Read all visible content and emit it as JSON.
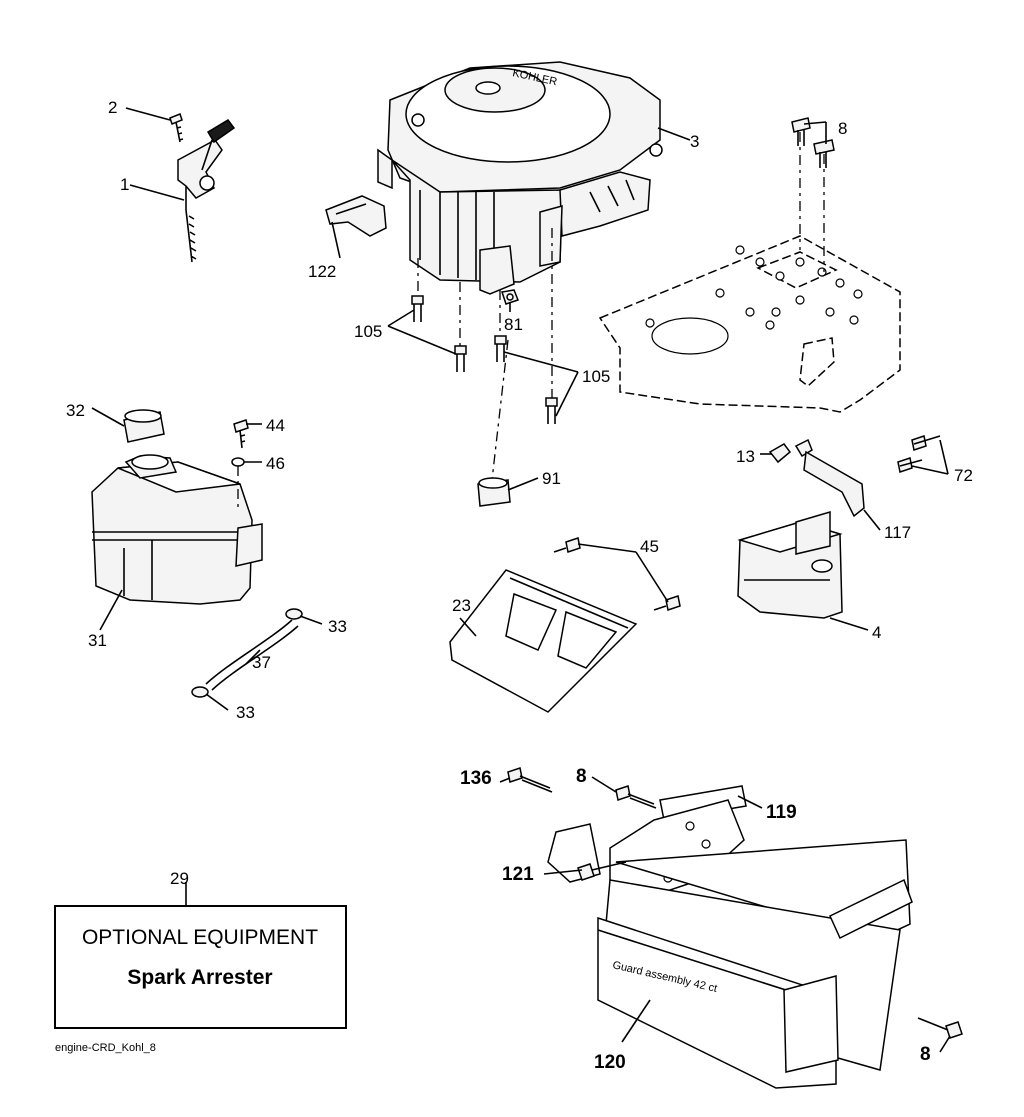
{
  "callouts": {
    "c1": "1",
    "c2": "2",
    "c3": "3",
    "c4": "4",
    "c8_top": "8",
    "c13": "13",
    "c23": "23",
    "c29": "29",
    "c31": "31",
    "c32": "32",
    "c33_top": "33",
    "c33_bottom": "33",
    "c37": "37",
    "c44": "44",
    "c45": "45",
    "c46": "46",
    "c72": "72",
    "c81": "81",
    "c91": "91",
    "c105_left": "105",
    "c105_right": "105",
    "c117": "117",
    "c122": "122",
    "c8_guard_top": "8",
    "c8_guard_right": "8",
    "c119": "119",
    "c120": "120",
    "c121": "121",
    "c136": "136"
  },
  "optional_box": {
    "title": "OPTIONAL EQUIPMENT",
    "item": "Spark Arrester"
  },
  "footer_code": "engine-CRD_Kohl_8",
  "guard_stamp": "Guard assembly 42 ct",
  "engine_brand": "KOHLER"
}
